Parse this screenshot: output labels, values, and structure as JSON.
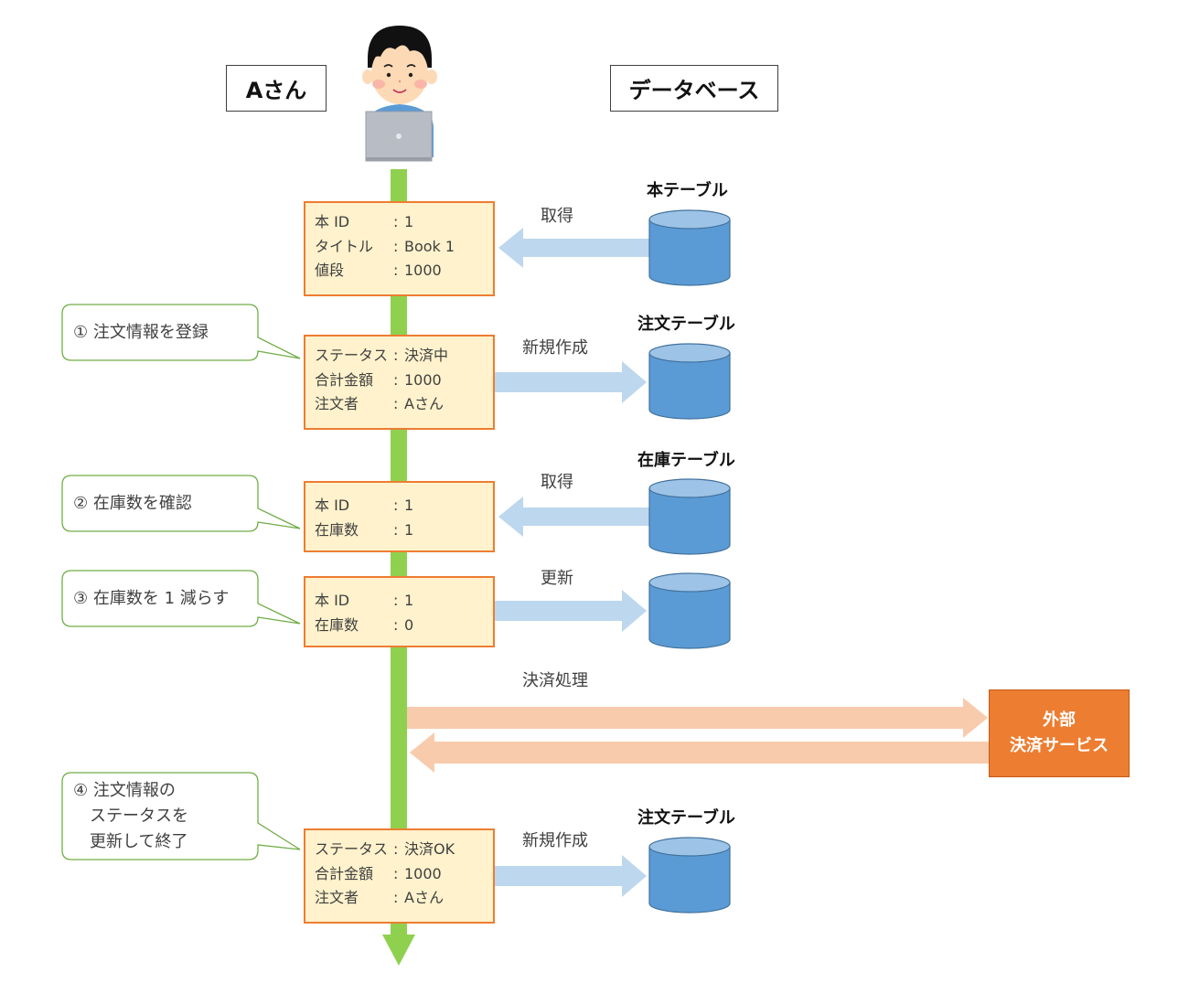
{
  "actors": {
    "user": {
      "label": "Aさん",
      "icon": "person-with-laptop"
    },
    "database": {
      "label": "データベース"
    }
  },
  "colors": {
    "lifeline": "#8fd14f",
    "record_fill": "#fff2cc",
    "record_border": "#ed7d31",
    "db_arrow": "#bdd7ee",
    "db_fill": "#5b9bd5",
    "db_top": "#9dc3e6",
    "ext_arrow": "#f8cbad",
    "ext_fill": "#ed7d31",
    "callout_border": "#70ad47"
  },
  "steps": [
    {
      "callout": "",
      "record": [
        {
          "key": "本 ID",
          "value": "1"
        },
        {
          "key": "タイトル",
          "value": "Book 1"
        },
        {
          "key": "値段",
          "value": "1000"
        }
      ],
      "operation": "取得",
      "direction": "from-db",
      "table": "本テーブル"
    },
    {
      "callout": "① 注文情報を登録",
      "record": [
        {
          "key": "ステータス",
          "value": "決済中"
        },
        {
          "key": "合計金額",
          "value": "1000"
        },
        {
          "key": "注文者",
          "value": "Aさん"
        }
      ],
      "operation": "新規作成",
      "direction": "to-db",
      "table": "注文テーブル"
    },
    {
      "callout": "② 在庫数を確認",
      "record": [
        {
          "key": "本 ID",
          "value": "1"
        },
        {
          "key": "在庫数",
          "value": "1"
        }
      ],
      "operation": "取得",
      "direction": "from-db",
      "table": "在庫テーブル"
    },
    {
      "callout": "③ 在庫数を 1 減らす",
      "record": [
        {
          "key": "本 ID",
          "value": "1"
        },
        {
          "key": "在庫数",
          "value": "0"
        }
      ],
      "operation": "更新",
      "direction": "to-db",
      "table": ""
    },
    {
      "callout": "④ 注文情報の\n　ステータスを\n　更新して終了",
      "record": [
        {
          "key": "ステータス",
          "value": "決済OK"
        },
        {
          "key": "合計金額",
          "value": "1000"
        },
        {
          "key": "注文者",
          "value": "Aさん"
        }
      ],
      "operation": "新規作成",
      "direction": "to-db",
      "table": "注文テーブル"
    }
  ],
  "payment": {
    "operation": "決済処理",
    "service_line1": "外部",
    "service_line2": "決済サービス"
  },
  "separator": ":"
}
